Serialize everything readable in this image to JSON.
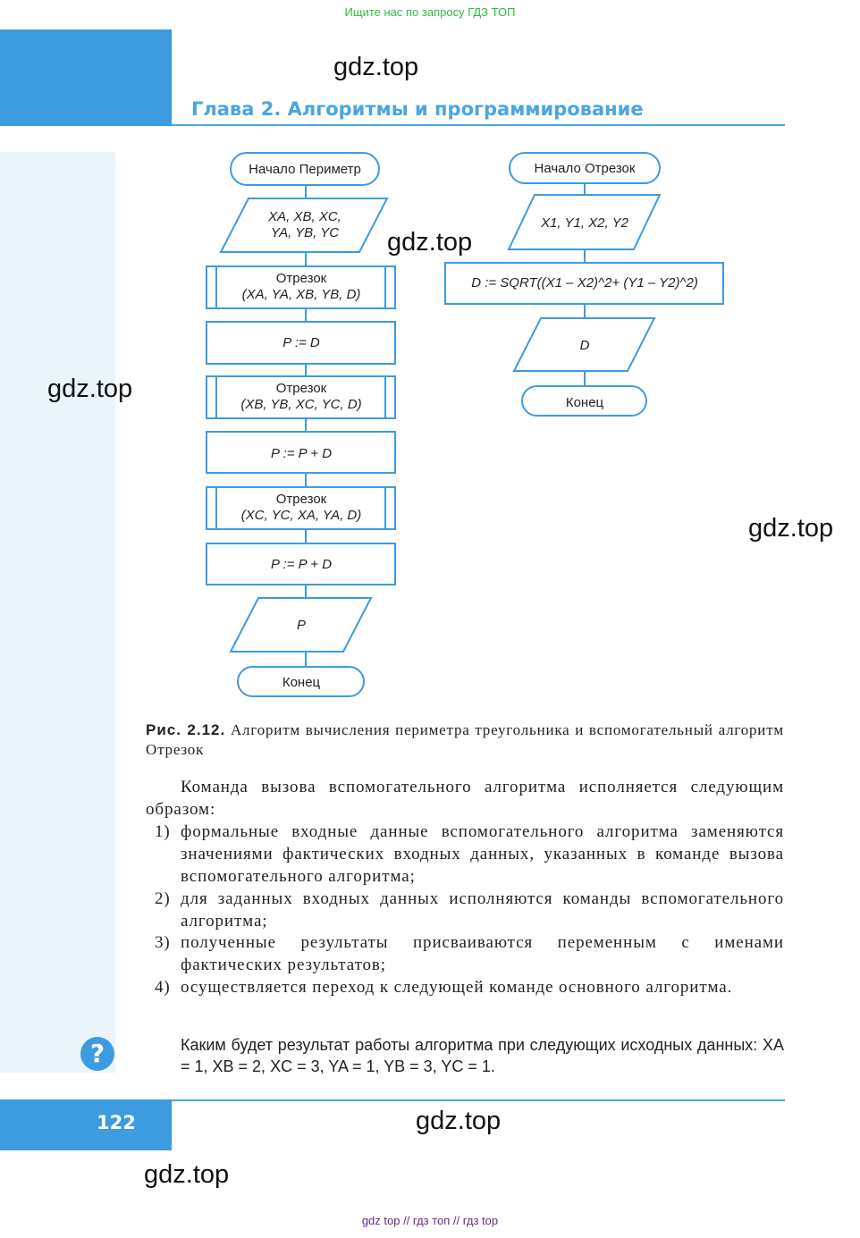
{
  "banner": {
    "text": "Ищите нас по запросу ГДЗ ТОП"
  },
  "header": {
    "chapter_title": "Глава 2. Алгоритмы и программирование"
  },
  "watermarks": [
    "gdz.top",
    "gdz.top",
    "gdz.top",
    "gdz.top",
    "gdz.top",
    "gdz.top"
  ],
  "flowchart_left": {
    "start": "Начало Периметр",
    "input_line1": "XA, XB, XC,",
    "input_line2": "YA, YB, YC",
    "call1_line1": "Отрезок",
    "call1_line2": "(XA, YA, XB, YB, D)",
    "assign1": "P := D",
    "call2_line1": "Отрезок",
    "call2_line2": "(XB, YB, XC, YC, D)",
    "assign2": "P := P + D",
    "call3_line1": "Отрезок",
    "call3_line2": "(XC, YC, XA, YA, D)",
    "assign3": "P := P + D",
    "output": "P",
    "end": "Конец"
  },
  "flowchart_right": {
    "start": "Начало Отрезок",
    "input": "X1, Y1, X2, Y2",
    "compute": "D := SQRT((X1 – X2)^2+ (Y1 – Y2)^2)",
    "output": "D",
    "end": "Конец"
  },
  "caption": {
    "label": "Рис. 2.12.",
    "text": "Алгоритм вычисления периметра треугольника и вспомогательный алгоритм Отрезок"
  },
  "body": {
    "intro": "Команда вызова вспомогательного алгоритма исполняется следующим образом:",
    "items": [
      {
        "num": "1)",
        "text": "формальные входные данные вспомогательного алгоритма заменяются значениями фактических входных данных, указанных в команде вызова вспомогательного алгоритма;"
      },
      {
        "num": "2)",
        "text": "для заданных входных данных исполняются команды вспомогательного алгоритма;"
      },
      {
        "num": "3)",
        "text": "полученные результаты присваиваются переменным с именами фактических результатов;"
      },
      {
        "num": "4)",
        "text": "осуществляется переход к следующей команде основного алгоритма."
      }
    ]
  },
  "question": {
    "icon": "?",
    "text": "Каким будет результат работы алгоритма при следующих исходных данных: XA = 1, XB = 2, XC = 3, YA = 1, YB = 3, YC = 1."
  },
  "page": {
    "number": "122"
  },
  "footer": {
    "text": "gdz top // гдз топ // гдз top"
  },
  "colors": {
    "accent": "#3d9be0",
    "strip": "#e9f4fb",
    "title": "#48a6e3",
    "banner": "#2bbf3a"
  }
}
